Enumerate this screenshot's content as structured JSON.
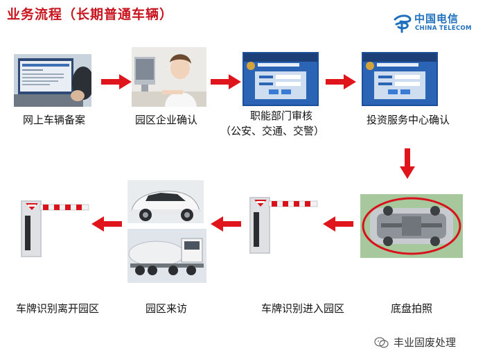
{
  "title": "业务流程（长期普通车辆）",
  "logo": {
    "cn": "中国电信",
    "en": "CHINA TELECOM",
    "color": "#1f6fbf"
  },
  "colors": {
    "arrow": "#e0151b",
    "title": "#c8141e",
    "highlight_ring": "#d9111b"
  },
  "steps": [
    {
      "label": "网上车辆备案",
      "image": "laptop-operator"
    },
    {
      "label": "园区企业确认",
      "image": "office-worker"
    },
    {
      "label": "职能部门审核",
      "sub": "（公安、交通、交警）",
      "image": "login-screen"
    },
    {
      "label": "投资服务中心确认",
      "image": "login-screen"
    },
    {
      "label": "底盘拍照",
      "image": "chassis-scan"
    },
    {
      "label": "车牌识别进入园区",
      "image": "barrier-gate"
    },
    {
      "label": "园区来访",
      "image": "suv-and-tanker-truck"
    },
    {
      "label": "车牌识别离开园区",
      "image": "barrier-gate"
    }
  ],
  "watermark": {
    "text": "丰业固废处理",
    "icon": "wechat-icon"
  }
}
